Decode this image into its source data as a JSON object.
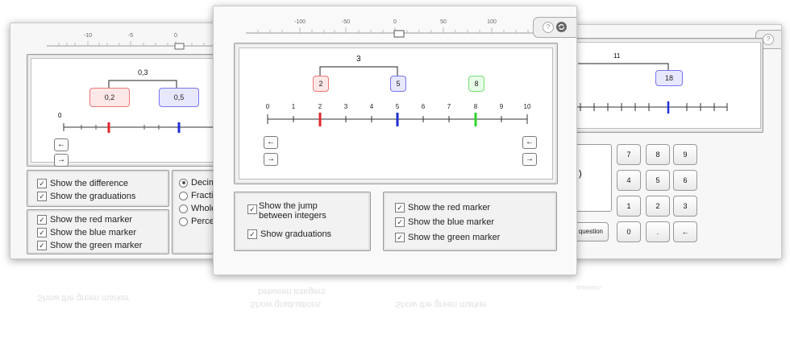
{
  "left_card": {
    "ruler_labels": [
      "-10",
      "-5",
      "0"
    ],
    "jump_value": "0,3",
    "red_box": "0,2",
    "blue_box": "0,5",
    "axis_zero": "0",
    "left_btn": "←",
    "right_btn": "→",
    "opt1": "Show the difference",
    "opt2": "Show the graduations",
    "opt3": "Show the red marker",
    "opt4": "Show the blue marker",
    "opt5": "Show the green marker",
    "radio1": "Decima",
    "radio2": "Fractio",
    "radio3": "Whole",
    "radio4": "Percen",
    "check_mark": "✓"
  },
  "center_card": {
    "ruler_labels": [
      "-100",
      "-50",
      "0",
      "50",
      "100"
    ],
    "help_label": "?",
    "jump_value": "3",
    "red_box": "2",
    "blue_box": "5",
    "green_box": "8",
    "axis_labels": [
      "0",
      "1",
      "2",
      "3",
      "4",
      "5",
      "6",
      "7",
      "8",
      "9",
      "10"
    ],
    "left_btn": "←",
    "right_btn": "→",
    "opt_jump": "Show the jump between integers",
    "opt_grad": "Show graduations",
    "opt_red": "Show the red marker",
    "opt_blue": "Show the blue marker",
    "opt_green": "Show the green marker",
    "check_mark": "✓",
    "colors": {
      "red": "#e3262a",
      "blue": "#1f2fd6",
      "green": "#2bd42b"
    }
  },
  "right_card": {
    "help_label": "?",
    "jump_value": "11",
    "blue_box": "18",
    "keys": [
      "7",
      "8",
      "9",
      "4",
      "5",
      "6",
      "1",
      "2",
      "3",
      "0",
      ".",
      "←"
    ],
    "question_btn": "question",
    "display_char": ")"
  },
  "reflection": {
    "line1": "Show the green marker",
    "line2": "Show graduations",
    "line3": "between integers",
    "line4": "question"
  }
}
